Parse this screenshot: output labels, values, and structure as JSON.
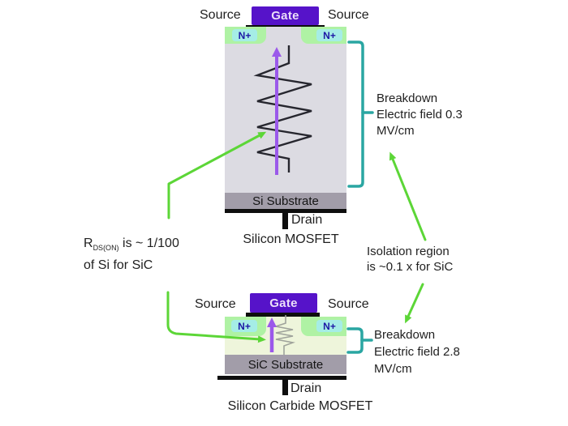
{
  "colors": {
    "gate_fill": "#5613C9",
    "gate_text": "#EBDFF9",
    "nplus_outer": "#AFF2A4",
    "nplus_inner": "#A5EDE6",
    "nplus_text": "#1D18A6",
    "si_body": "#DCDBE2",
    "sic_body": "#EEF5DB",
    "substrate": "#A29DA9",
    "contact_black": "#0E0E0E",
    "teal_brace": "#2AA6A2",
    "green_arrow": "#5CD637",
    "purple_arrow": "#9B59EA",
    "resistor_dark": "#26262E",
    "resistor_gray": "#9FA39B",
    "text": "#1F1F1F"
  },
  "si_mosfet": {
    "source_left": "Source",
    "source_right": "Source",
    "gate_label": "Gate",
    "nplus_left": "N+",
    "nplus_right": "N+",
    "substrate_label": "Si Substrate",
    "drain_label": "Drain",
    "caption": "Silicon MOSFET"
  },
  "sic_mosfet": {
    "source_left": "Source",
    "source_right": "Source",
    "gate_label": "Gate",
    "nplus_left": "N+",
    "nplus_right": "N+",
    "substrate_label": "SiC Substrate",
    "drain_label": "Drain",
    "caption": "Silicon Carbide MOSFET"
  },
  "annotations": {
    "breakdown_si": {
      "line1": "Breakdown",
      "line2": "Electric field 0.3",
      "line3": "MV/cm"
    },
    "breakdown_sic": {
      "line1": "Breakdown",
      "line2": "Electric field 2.8",
      "line3": "MV/cm"
    },
    "rdson": {
      "symbol": "R",
      "subscript": "DS(ON)",
      "tail": " is ~ 1/100",
      "line2": "of Si for SiC"
    },
    "isolation": {
      "line1": "Isolation region",
      "line2": "is ~0.1 x for SiC"
    }
  }
}
